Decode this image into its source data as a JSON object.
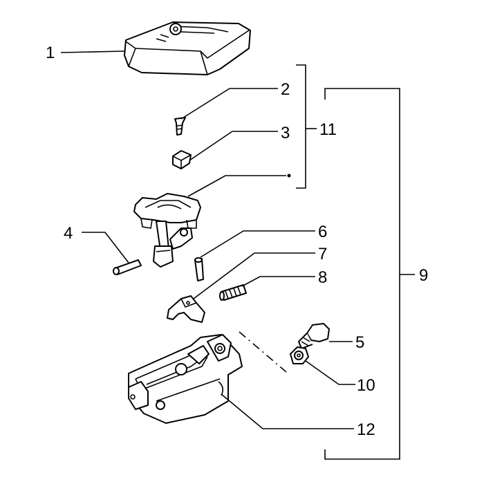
{
  "diagram": {
    "callouts": [
      {
        "id": "c1",
        "label": "1"
      },
      {
        "id": "c2",
        "label": "2"
      },
      {
        "id": "c3",
        "label": "3"
      },
      {
        "id": "c4",
        "label": "4"
      },
      {
        "id": "c5",
        "label": "5"
      },
      {
        "id": "c6",
        "label": "6"
      },
      {
        "id": "c7",
        "label": "7"
      },
      {
        "id": "c8",
        "label": "8"
      },
      {
        "id": "c9",
        "label": "9"
      },
      {
        "id": "c10",
        "label": "10"
      },
      {
        "id": "c11",
        "label": "11"
      },
      {
        "id": "c12",
        "label": "12"
      }
    ],
    "groups": [
      {
        "label": "11",
        "members": [
          "2",
          "3"
        ]
      },
      {
        "label": "9",
        "members": [
          "5",
          "6",
          "7",
          "8",
          "10",
          "12"
        ]
      }
    ],
    "line_color": "#000000",
    "background": "#ffffff"
  }
}
